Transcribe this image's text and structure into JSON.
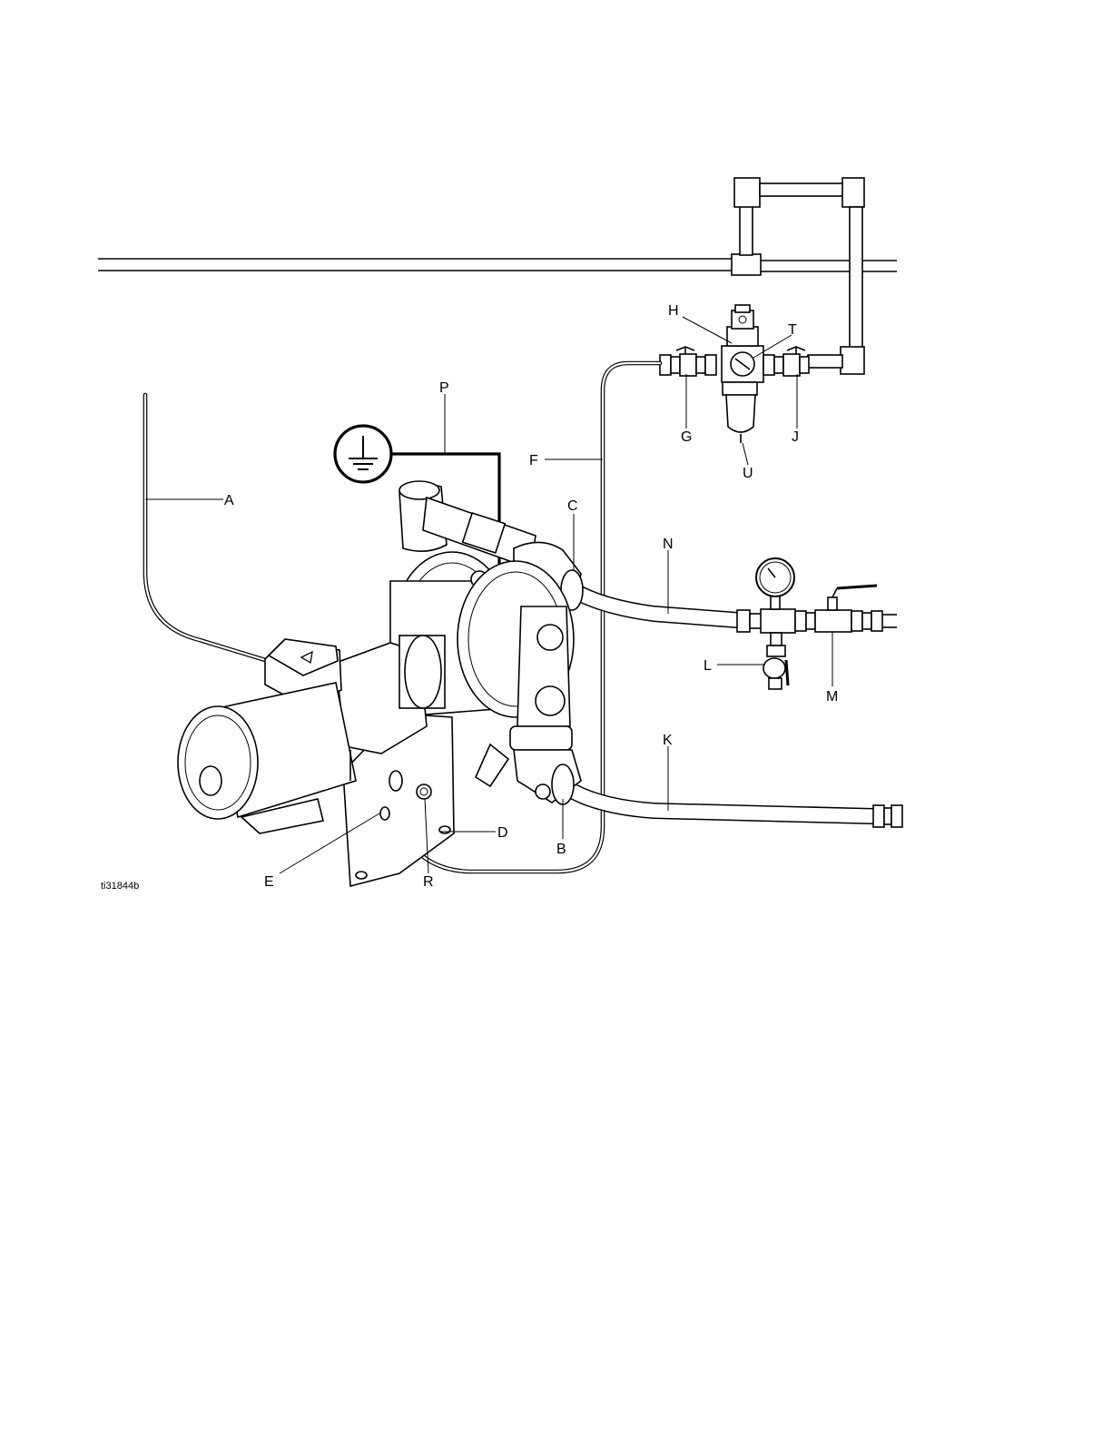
{
  "figure_id": "ti31844b",
  "callouts": {
    "A": "A",
    "B": "B",
    "C": "C",
    "D": "D",
    "E": "E",
    "F": "F",
    "G": "G",
    "H": "H",
    "J": "J",
    "K": "K",
    "L": "L",
    "M": "M",
    "N": "N",
    "P": "P",
    "R": "R",
    "T": "T",
    "U": "U"
  },
  "icons": [
    "ground-symbol-icon",
    "direction-arrow-icon",
    "pressure-gauge-icon"
  ],
  "colors": {
    "line": "#000000",
    "background": "#ffffff"
  }
}
